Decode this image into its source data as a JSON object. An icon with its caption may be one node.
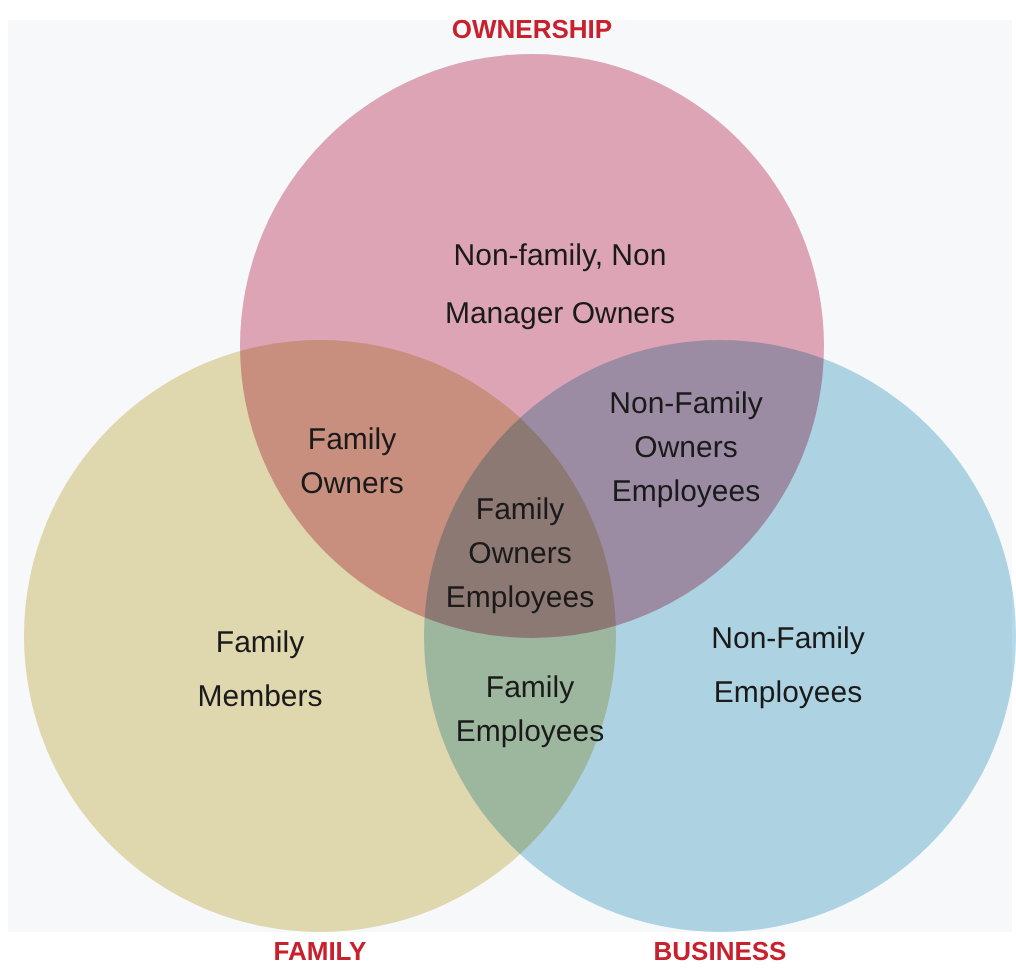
{
  "diagram": {
    "nodes": [
      {
        "text": [
          "OWNERSHIP",
          "Non-family, Non Manager Owners"
        ]
      },
      {
        "text": [
          "Family Members",
          "FAMILY"
        ]
      },
      {
        "text": [
          "Non-Family Employees",
          "BUSINESS"
        ]
      }
    ],
    "labels": [
      "Family Owners",
      "Non-Family Owners Employees",
      "Family Owners Employees",
      "Family Employees"
    ]
  }
}
